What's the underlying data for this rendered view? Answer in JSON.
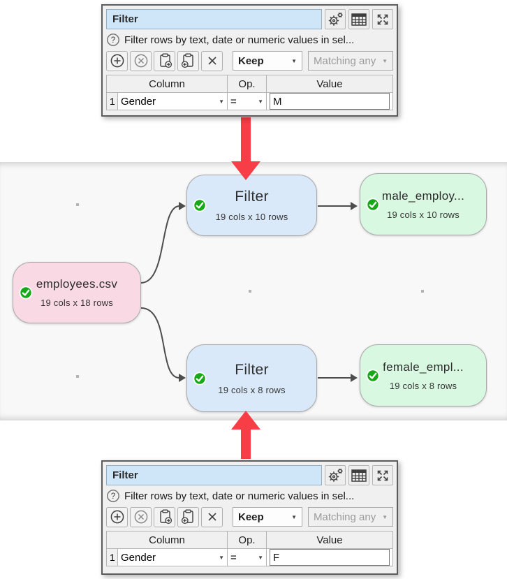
{
  "ui": {
    "dropdown_glyph": "▼",
    "question_glyph": "?"
  },
  "colors": {
    "accent_red": "#f73e46",
    "node_pink": "#f9d9e4",
    "node_blue": "#d9e9f9",
    "node_green": "#d9f8e1",
    "check_green": "#17a817",
    "title_field_blue": "#cfe6f9",
    "canvas_bg": "#f8f8f8",
    "connector_gray": "#4d4d4d"
  },
  "panels": {
    "top": {
      "title": "Filter",
      "help": "Filter rows by text, date or numeric values in sel...",
      "keep": "Keep",
      "matching": "Matching any",
      "table": {
        "col_header": "Column",
        "op_header": "Op.",
        "value_header": "Value",
        "row_num": "1",
        "row_column": "Gender",
        "row_op": "=",
        "row_value": "M"
      }
    },
    "bottom": {
      "title": "Filter",
      "help": "Filter rows by text, date or numeric values in sel...",
      "keep": "Keep",
      "matching": "Matching any",
      "table": {
        "col_header": "Column",
        "op_header": "Op.",
        "value_header": "Value",
        "row_num": "1",
        "row_column": "Gender",
        "row_op": "=",
        "row_value": "F"
      }
    }
  },
  "canvas": {
    "nodes": [
      {
        "label": "employees.csv",
        "stats": "19 cols x 18 rows"
      },
      {
        "label": "Filter",
        "stats": "19 cols x 10 rows"
      },
      {
        "label": "male_employ...",
        "stats": "19 cols x 10 rows"
      },
      {
        "label": "Filter",
        "stats": "19 cols x 8 rows"
      },
      {
        "label": "female_empl...",
        "stats": "19 cols x 8 rows"
      }
    ]
  }
}
